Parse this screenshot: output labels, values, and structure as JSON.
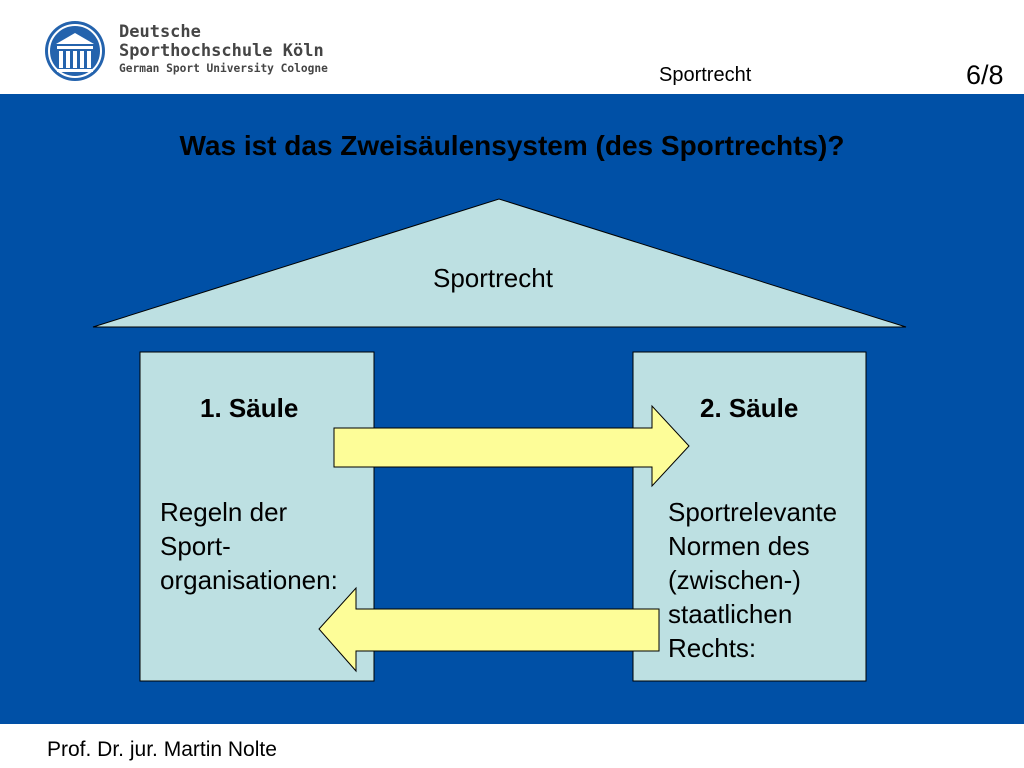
{
  "header": {
    "logo": {
      "line1": "Deutsche",
      "line2": "Sporthochschule Köln",
      "line3": "German Sport University Cologne"
    },
    "course_title": "Sportrecht",
    "page_number": "6/8"
  },
  "slide": {
    "title": "Was ist das Zweisäulensystem (des Sportrechts)?",
    "roof_label": "Sportrecht",
    "pillar1": {
      "heading": "1. Säule",
      "lines": [
        "Regeln der",
        "Sport-",
        "organisationen:"
      ]
    },
    "pillar2": {
      "heading": "2. Säule",
      "lines": [
        "Sportrelevante",
        "Normen des",
        "(zwischen-)",
        "staatlichen",
        "Rechts:"
      ]
    }
  },
  "footer": {
    "author": "Prof. Dr. jur. Martin Nolte"
  },
  "colors": {
    "brand_blue": "#0050a6",
    "diagram_fill": "#bde0e2",
    "arrow_fill": "#fdfd98"
  },
  "icons": {
    "logo": "columned-building-icon",
    "arrow_right": "arrow-right-icon",
    "arrow_left": "arrow-left-icon"
  }
}
